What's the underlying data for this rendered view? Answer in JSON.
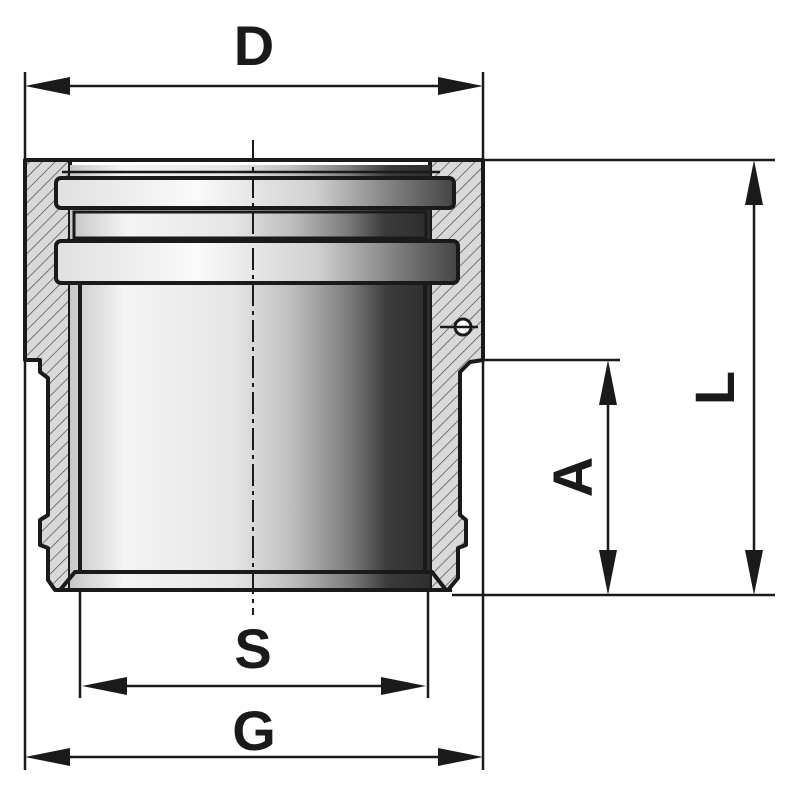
{
  "dimensions": {
    "D": "D",
    "L": "L",
    "A": "A",
    "S": "S",
    "G": "G"
  },
  "colors": {
    "ink": "#1a1a1a",
    "metal_light": "#f2f2f2",
    "metal_dark": "#3a3a3a",
    "hatch_bg": "#d8d8d8"
  }
}
